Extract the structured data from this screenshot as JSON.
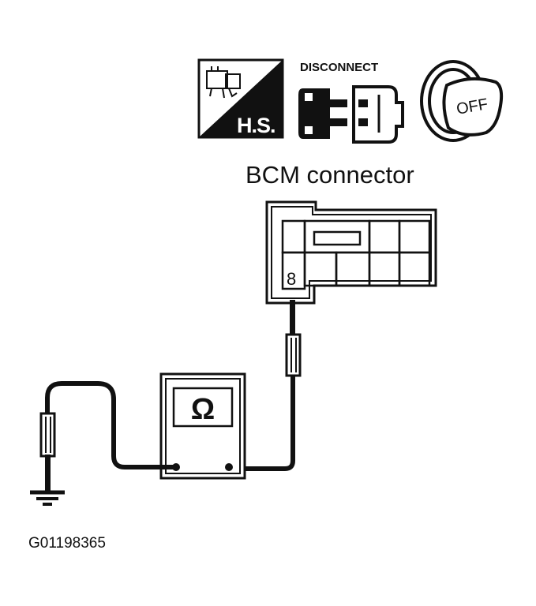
{
  "icons": {
    "harness_label": "H.S.",
    "disconnect_label": "DISCONNECT",
    "ignition_label": "OFF"
  },
  "connector": {
    "title": "BCM connector",
    "terminal": "8"
  },
  "meter": {
    "symbol": "Ω"
  },
  "figure_id": "G01198365"
}
